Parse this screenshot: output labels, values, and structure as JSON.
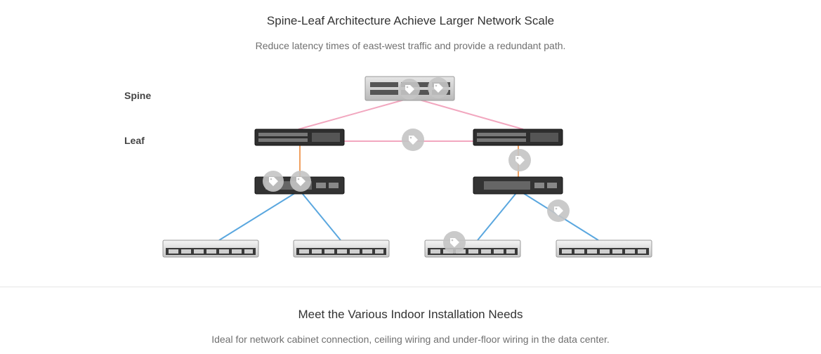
{
  "section1": {
    "title": "Spine-Leaf Architecture Achieve Larger Network Scale",
    "subtitle": "Reduce latency times of east-west traffic and provide a redundant path."
  },
  "diagram": {
    "tiers": [
      "Spine",
      "Leaf"
    ],
    "link_colors": {
      "spine_leaf": "#f2a7bf",
      "leaf_access": "#f0a060",
      "access_server": "#5aa7df"
    },
    "hotspot_icon": "tag-icon",
    "hotspot_count": 8
  },
  "section2": {
    "title": "Meet the Various Indoor Installation Needs",
    "subtitle": "Ideal for network cabinet connection, ceiling wiring and under-floor wiring in the data center."
  }
}
